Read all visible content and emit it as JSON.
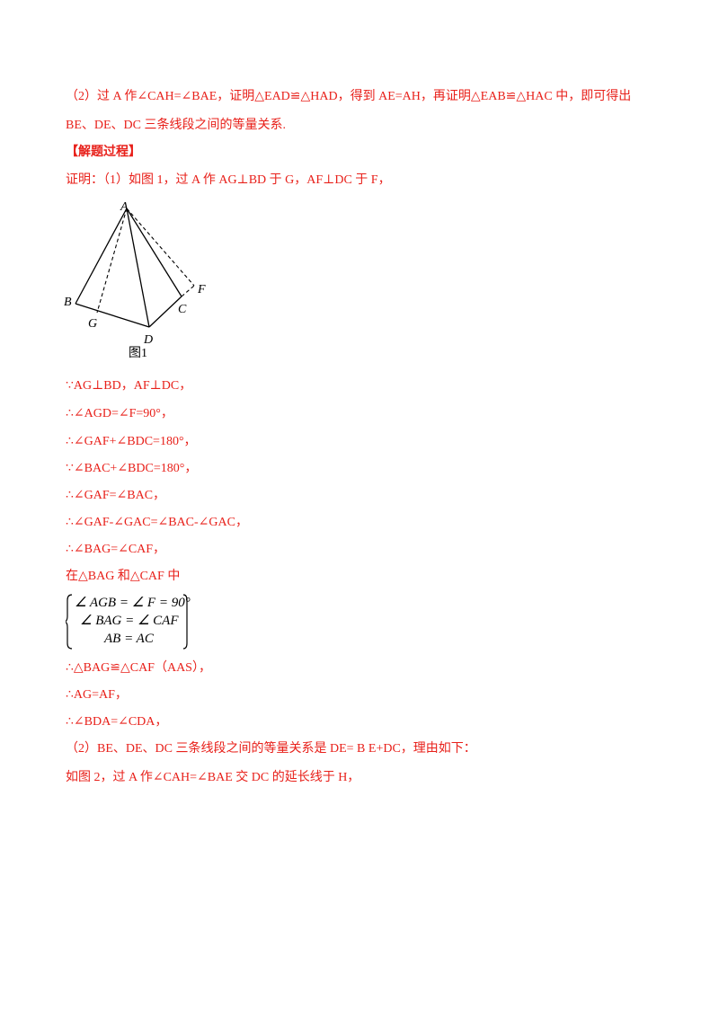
{
  "intro": {
    "line1": "（2）过 A 作∠CAH=∠BAE，证明△EAD≌△HAD，得到 AE=AH，再证明△EAB≌△HAC 中，即可得出",
    "line2": "BE、DE、DC 三条线段之间的等量关系."
  },
  "heading": "【解题过程】",
  "proof_start": "证明：（1）如图 1，过 A 作 AG⊥BD 于 G，AF⊥DC 于 F，",
  "figure": {
    "caption": "图1",
    "labels": {
      "A": "A",
      "B": "B",
      "C": "C",
      "D": "D",
      "F": "F",
      "G": "G"
    }
  },
  "steps": [
    "∵AG⊥BD，AF⊥DC，",
    "∴∠AGD=∠F=90°，",
    "∴∠GAF+∠BDC=180°，",
    "∵∠BAC+∠BDC=180°，",
    "∴∠GAF=∠BAC，",
    "∴∠GAF-∠GAC=∠BAC-∠GAC，",
    "∴∠BAG=∠CAF，",
    "在△BAG 和△CAF 中"
  ],
  "system": {
    "row1": "∠ AGB = ∠ F = 90°",
    "row2": "∠ BAG = ∠ CAF",
    "row3": "AB = AC"
  },
  "steps2": [
    "∴△BAG≌△CAF（AAS），",
    "∴AG=AF，",
    "∴∠BDA=∠CDA，",
    "（2）BE、DE、DC 三条线段之间的等量关系是 DE= B E+DC，理由如下：",
    "如图 2，过 A 作∠CAH=∠BAE 交 DC 的延长线于 H，"
  ],
  "colors": {
    "text": "#e8201a",
    "figure": "#000000"
  }
}
